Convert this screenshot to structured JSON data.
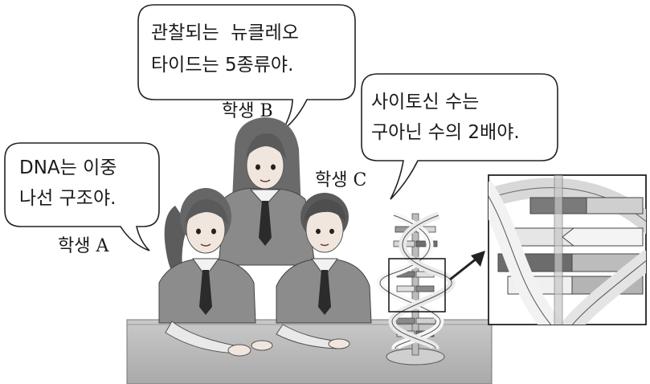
{
  "speech": {
    "a_line1": "DNA는 이중",
    "a_line2": "나선 구조야.",
    "b_line1": "관찰되는  뉴클레오",
    "b_line2": "타이드는 5종류야.",
    "c_line1": "사이토신 수는",
    "c_line2": "구아닌 수의 2배야."
  },
  "labels": {
    "student_a": "학생 A",
    "student_b": "학생 B",
    "student_c": "학생 C"
  }
}
